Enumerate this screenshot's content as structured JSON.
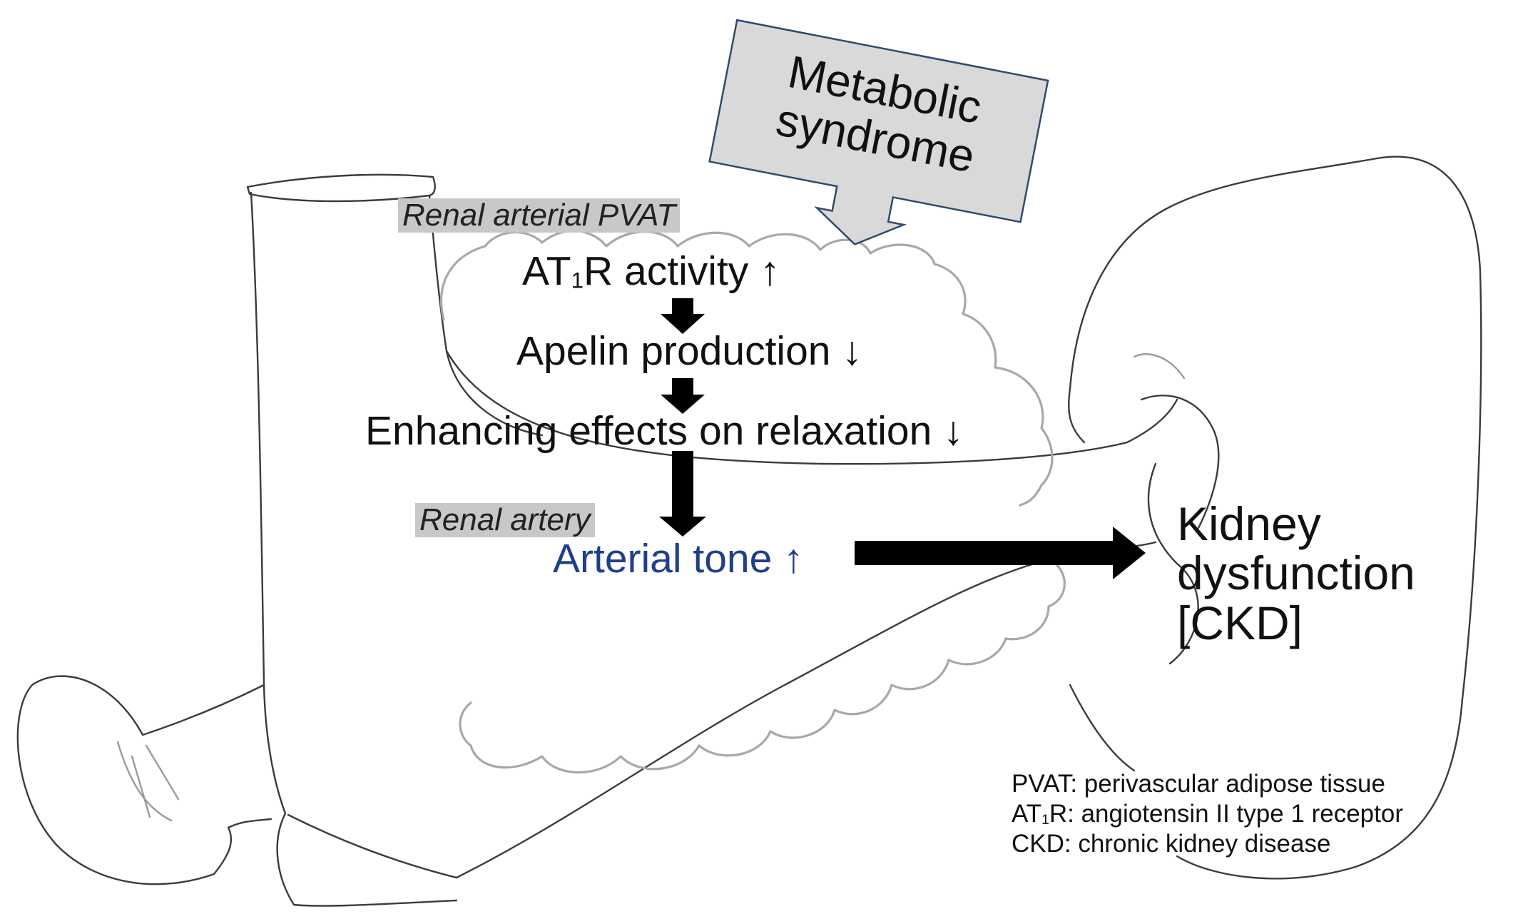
{
  "callout": {
    "line1": "Metabolic",
    "line2": "syndrome"
  },
  "tags": {
    "pvat": "Renal arterial PVAT",
    "artery": "Renal artery"
  },
  "pathway": {
    "step1_prefix": "AT",
    "step1_sub": "1",
    "step1_suffix": "R activity ↑",
    "step2": "Apelin production ↓",
    "step3": "Enhancing effects on relaxation ↓",
    "step4": "Arterial tone ↑"
  },
  "outcome": {
    "line1": "Kidney",
    "line2": "dysfunction",
    "line3": "[CKD]"
  },
  "legend": {
    "pvat": "PVAT: perivascular adipose tissue",
    "at1r_prefix": "AT",
    "at1r_sub": "1",
    "at1r_suffix": "R: angiotensin II type 1 receptor",
    "ckd": "CKD: chronic kidney disease"
  },
  "colors": {
    "callout_fill": "#d9d9d9",
    "callout_border": "#2f4a6e",
    "tone_text": "#1f3f8a",
    "arrow": "#000000",
    "tag_fill": "#c8c8c8"
  }
}
